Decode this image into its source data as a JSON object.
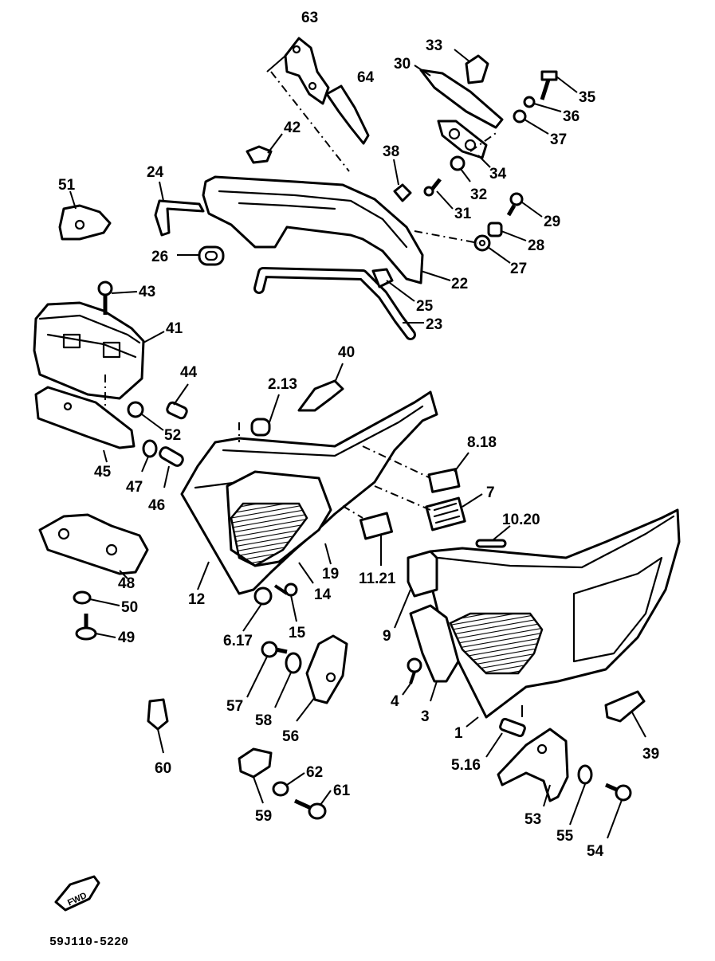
{
  "diagram_code": "59J110-5220",
  "direction_arrow_label": "FWD",
  "callouts": {
    "c63": "63",
    "c64": "64",
    "c33": "33",
    "c30": "30",
    "c35": "35",
    "c36": "36",
    "c37": "37",
    "c42": "42",
    "c38": "38",
    "c34": "34",
    "c32": "32",
    "c31": "31",
    "c29": "29",
    "c28": "28",
    "c27": "27",
    "c22": "22",
    "c25": "25",
    "c23": "23",
    "c24": "24",
    "c26": "26",
    "c51": "51",
    "c43": "43",
    "c41": "41",
    "c40": "40",
    "c44": "44",
    "c52": "52",
    "c2_13": "2.13",
    "c8_18": "8.18",
    "c7": "7",
    "c10_20": "10.20",
    "c45": "45",
    "c47": "47",
    "c46": "46",
    "c11_21": "11.21",
    "c48": "48",
    "c19": "19",
    "c14": "14",
    "c12": "12",
    "c9": "9",
    "c50": "50",
    "c49": "49",
    "c6_17": "6.17",
    "c15": "15",
    "c57": "57",
    "c58": "58",
    "c56": "56",
    "c4": "4",
    "c3": "3",
    "c1": "1",
    "c39": "39",
    "c60": "60",
    "c5_16": "5.16",
    "c62": "62",
    "c61": "61",
    "c59": "59",
    "c53": "53",
    "c55": "55",
    "c54": "54"
  }
}
